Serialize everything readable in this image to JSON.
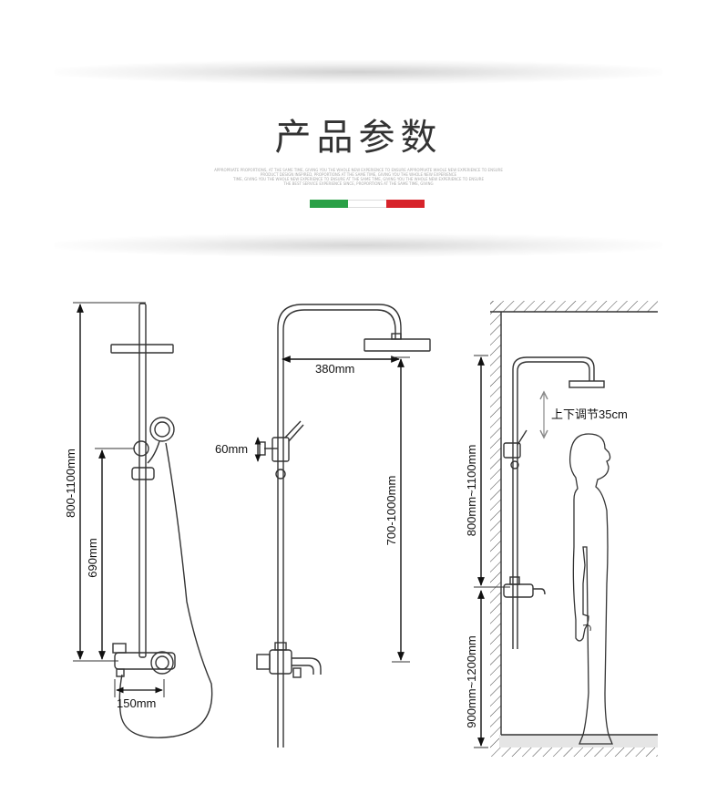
{
  "header": {
    "title": "产品参数",
    "fine_print": [
      "APPROPRIATE PROPORTIONS, AT THE SAME TIME, GIVING YOU THE WHOLE NEW EXPERIENCE TO ENSURE APPROPRIATE WHOLE NEW EXPERIENCE TO ENSURE",
      "PRODUCT DESIGN INSPIRED, PROPORTIONS AT THE SAME TIME, GIVING YOU THE WHOLE NEW EXPERIENCE",
      "TIME, GIVING YOU THE WHOLE NEW EXPERIENCE TO ENSURE AT THE SAME TIME, GIVING YOU THE WHOLE NEW EXPERIENCE TO ENSURE",
      "THE BEST SERVICE EXPERIENCE SINCE, PROPORTIONS AT THE SAME TIME, GIVING"
    ],
    "flag_colors": [
      "#2aa046",
      "#ffffff",
      "#d7232a"
    ]
  },
  "diagram": {
    "front_view": {
      "total_height_label": "800-1100mm",
      "holder_height_label": "690mm",
      "spacing_label": "150mm"
    },
    "side_view": {
      "arm_label": "380mm",
      "offset_label": "60mm",
      "height_label": "700-1000mm"
    },
    "installation_view": {
      "adjust_label": "上下调节35cm",
      "upper_height_label": "800mm~1100mm",
      "lower_height_label": "900mm~1200mm"
    },
    "colors": {
      "line": "#333333",
      "wall_hatch": "#444444",
      "floor": "#e5e5e5"
    }
  }
}
